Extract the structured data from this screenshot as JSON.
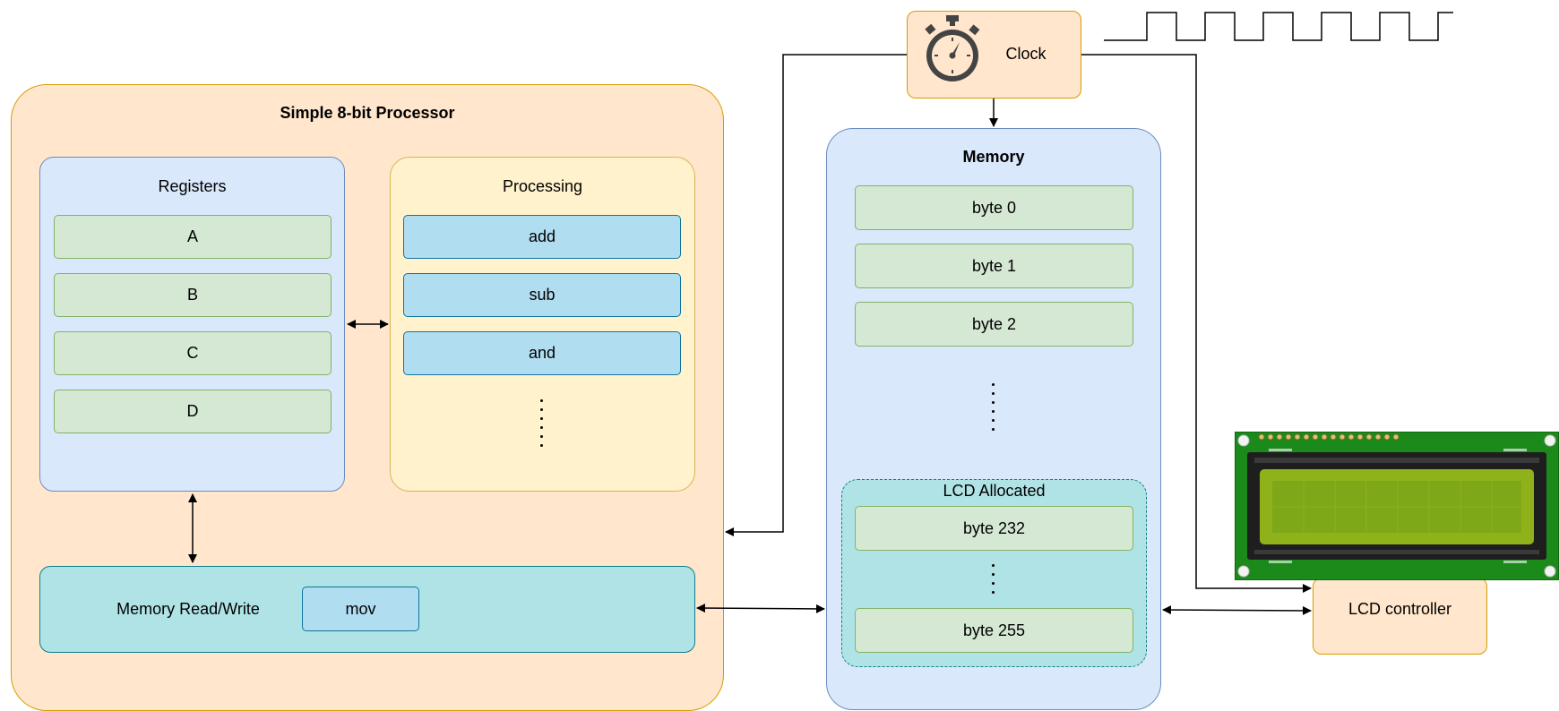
{
  "processor": {
    "title": "Simple 8-bit Processor",
    "registers": {
      "title": "Registers",
      "items": [
        "A",
        "B",
        "C",
        "D"
      ]
    },
    "processing": {
      "title": "Processing",
      "ops": [
        "add",
        "sub",
        "and"
      ]
    },
    "memory_rw": {
      "label": "Memory Read/Write",
      "op": "mov"
    }
  },
  "memory": {
    "title": "Memory",
    "bytes": [
      "byte 0",
      "byte 1",
      "byte 2"
    ],
    "lcd_allocated": {
      "title": "LCD Allocated",
      "bytes": [
        "byte 232",
        "byte 255"
      ]
    }
  },
  "clock": {
    "label": "Clock"
  },
  "lcd_controller": {
    "label": "LCD controller"
  },
  "colors": {
    "processor_fill": "#ffe6cc",
    "processor_stroke": "#d79b00",
    "register_fill": "#dae8fc",
    "green_fill": "#d5e8d4",
    "op_fill": "#b1ddf0",
    "teal_fill": "#b0e3e6",
    "processing_fill": "#fff2cc",
    "lcd_pcb": "#1b8a1b",
    "lcd_screen": "#8fb21a"
  }
}
